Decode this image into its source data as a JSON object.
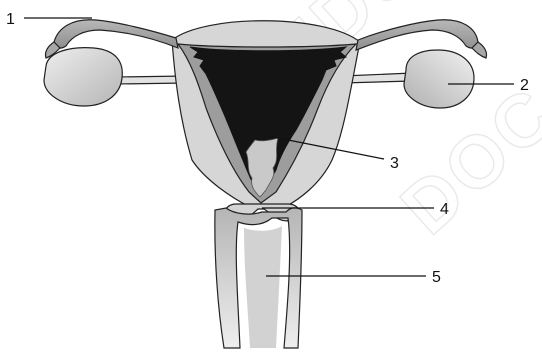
{
  "labels": [
    {
      "id": "1",
      "text": "1"
    },
    {
      "id": "2",
      "text": "2"
    },
    {
      "id": "3",
      "text": "3"
    },
    {
      "id": "4",
      "text": "4"
    },
    {
      "id": "5",
      "text": "5"
    }
  ],
  "watermark": {
    "line1": "© EDUC",
    "line2": "DOC"
  },
  "colors": {
    "background": "#ffffff",
    "light_tissue": "#d6d6d6",
    "mid_tissue": "#9d9d9d",
    "dark_cavity": "#141414",
    "outline": "#222222"
  }
}
